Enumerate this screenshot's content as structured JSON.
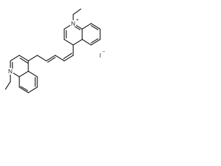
{
  "molecule": {
    "atoms": {
      "n_top": "N",
      "n_top_charge": "+",
      "n_bottom": "N"
    },
    "counterion": {
      "symbol": "I",
      "charge": "−"
    }
  }
}
